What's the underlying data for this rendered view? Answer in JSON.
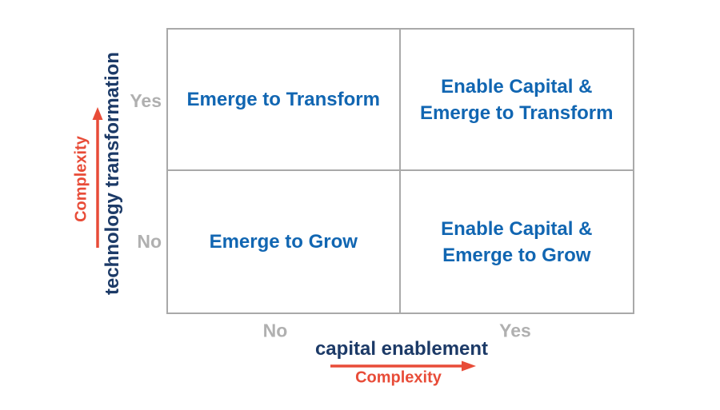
{
  "colors": {
    "quadrant_text": "#1166b2",
    "axis_title_text": "#1c3a67",
    "complexity_accent": "#e84c38",
    "tick_text": "#b0b0b0",
    "grid_border": "#a9a9a9"
  },
  "quadrants": {
    "top_left": {
      "lines": [
        "Emerge to Transform"
      ]
    },
    "top_right": {
      "lines": [
        "Enable Capital &",
        "Emerge to Transform"
      ]
    },
    "bottom_left": {
      "lines": [
        "Emerge to Grow"
      ]
    },
    "bottom_right": {
      "lines": [
        "Enable Capital &",
        "Emerge to Grow"
      ]
    }
  },
  "y_axis": {
    "title": "technology transformation",
    "complexity_label": "Complexity",
    "tick_top": "Yes",
    "tick_bottom": "No"
  },
  "x_axis": {
    "title": "capital enablement",
    "complexity_label": "Complexity",
    "tick_left": "No",
    "tick_right": "Yes"
  }
}
